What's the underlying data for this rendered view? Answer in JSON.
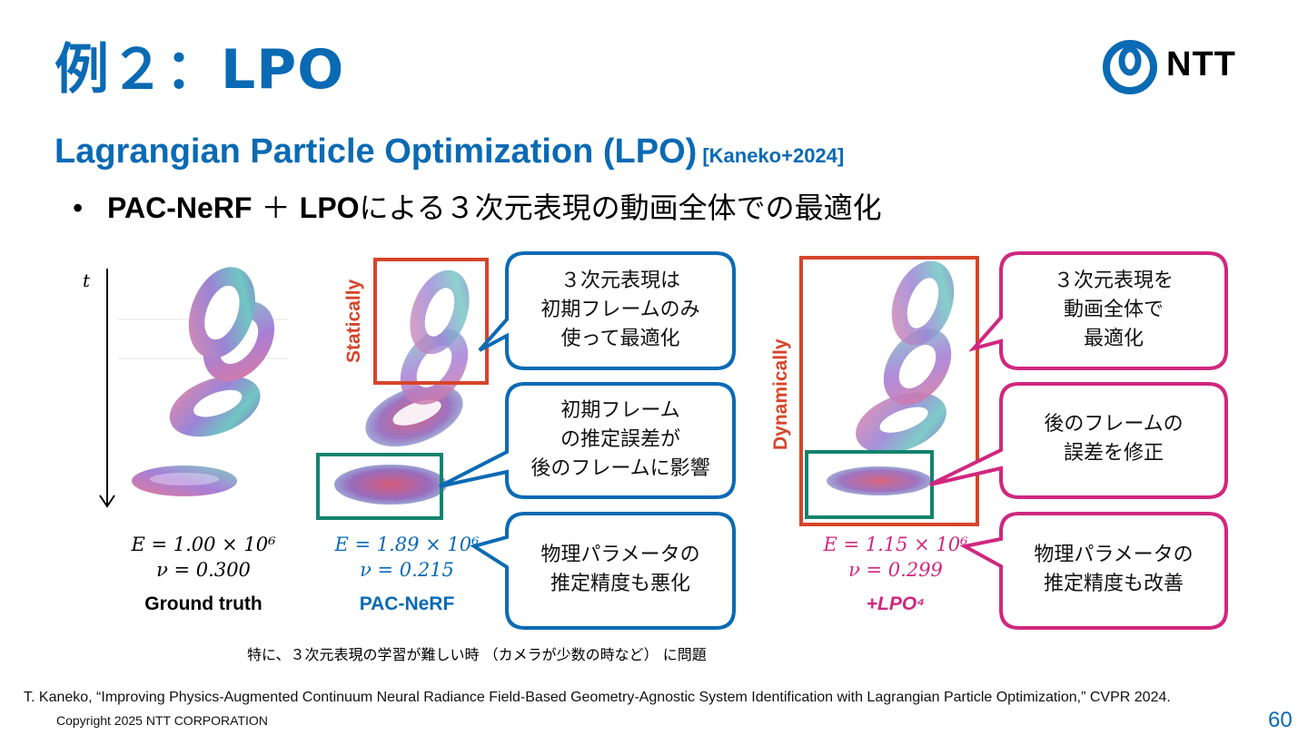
{
  "slide": {
    "title": "例２：LPO",
    "subtitle": "Lagrangian Particle Optimization (LPO)",
    "subtitle_ref": "[Kaneko+2024]",
    "bullet": {
      "marker": "•",
      "part1": "PAC-NeRF",
      "part2": " ＋ ",
      "part3": "LPO",
      "part4": "による３次元表現の動画全体での最適化"
    }
  },
  "logo": {
    "text": "NTT",
    "icon": "ntt-logo-icon"
  },
  "figure": {
    "time_axis_label": "t",
    "panels": {
      "ground_truth": {
        "E": "E = 1.00 × 10⁶",
        "nu": "ν = 0.300",
        "caption": "Ground truth",
        "caption_color": "#000000"
      },
      "pac_nerf": {
        "E": "E = 1.89 × 10⁶",
        "nu": "ν = 0.215",
        "caption": "PAC-NeRF",
        "caption_color": "#0a6ab4",
        "side_label": "Statically"
      },
      "lpo": {
        "E": "E = 1.15 × 10⁶",
        "nu": "ν = 0.299",
        "caption": "+LPO⁴",
        "caption_color": "#d0277f",
        "side_label": "Dynamically"
      }
    },
    "bubbles_blue": [
      {
        "lines": [
          "３次元表現は",
          "初期フレームのみ",
          "使って最適化"
        ]
      },
      {
        "lines": [
          "初期フレーム",
          "の推定誤差が",
          "後のフレームに影響"
        ]
      },
      {
        "lines": [
          "物理パラメータの",
          "推定精度も悪化"
        ]
      }
    ],
    "bubbles_pink": [
      {
        "lines": [
          "３次元表現を",
          "動画全体で",
          "最適化"
        ]
      },
      {
        "lines": [
          "後のフレームの",
          "誤差を修正"
        ]
      },
      {
        "lines": [
          "物理パラメータの",
          "推定精度も改善"
        ]
      }
    ]
  },
  "note": "特に、３次元表現の学習が難しい時 （カメラが少数の時など） に問題",
  "reference": "T. Kaneko, “Improving Physics-Augmented Continuum Neural Radiance Field-Based Geometry-Agnostic System Identification with Lagrangian Particle Optimization,” CVPR 2024.",
  "copyright": "Copyright 2025 NTT CORPORATION",
  "page_number": "60",
  "colors": {
    "brand_blue": "#0a6ab4",
    "pink": "#d0277f",
    "red_box": "#d6452a",
    "green_box": "#14836e"
  }
}
